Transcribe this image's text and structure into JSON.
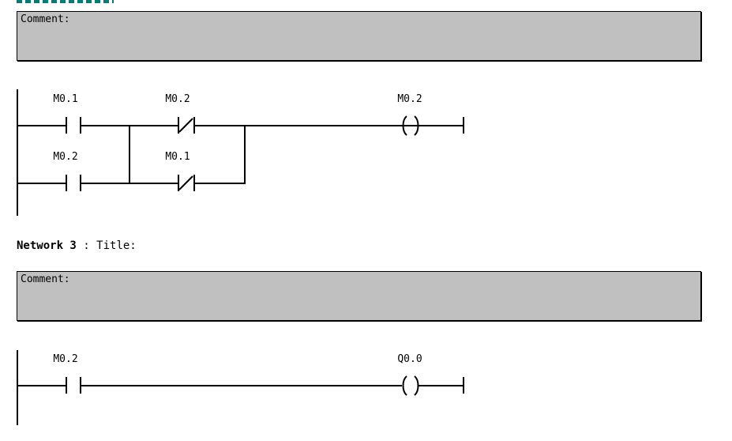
{
  "app": {
    "editor": "LAD Program Editor",
    "background_color": "#ffffff",
    "line_color": "#000000",
    "comment_fill_color": "#c0c0c0",
    "header_underline_color": "#007d77"
  },
  "clipped_network": {
    "note": "underline remnant of the network header scrolled off the top edge"
  },
  "networks": [
    {
      "id": "network-2",
      "header_visible": false,
      "comment": {
        "text": "Comment:",
        "editable": true
      },
      "rungs": [
        {
          "id": "rung-1",
          "elements": [
            {
              "kind": "contact-no",
              "operand": "M0.1"
            },
            {
              "kind": "contact-nc",
              "operand": "M0.2"
            },
            {
              "kind": "coil",
              "operand": "M0.2"
            }
          ]
        },
        {
          "id": "rung-2-branch",
          "elements": [
            {
              "kind": "contact-no",
              "operand": "M0.2"
            },
            {
              "kind": "contact-nc",
              "operand": "M0.1"
            }
          ]
        }
      ]
    },
    {
      "id": "network-3",
      "header_visible": true,
      "header": {
        "label": "Network 3",
        "separator": " : ",
        "title": "Title:"
      },
      "comment": {
        "text": "Comment:",
        "editable": true
      },
      "rungs": [
        {
          "id": "rung-1",
          "elements": [
            {
              "kind": "contact-no",
              "operand": "M0.2"
            },
            {
              "kind": "coil",
              "operand": "Q0.0"
            }
          ]
        }
      ]
    }
  ],
  "labels": {
    "n2_r1_c1": "M0.1",
    "n2_r1_c2": "M0.2",
    "n2_r1_coil": "M0.2",
    "n2_r2_c1": "M0.2",
    "n2_r2_c2": "M0.1",
    "n3_r1_c1": "M0.2",
    "n3_r1_coil": "Q0.0",
    "comment_1": "Comment:",
    "comment_2": "Comment:",
    "n3_header_label": "Network 3",
    "n3_header_sep": " : ",
    "n3_header_title": "Title:"
  }
}
